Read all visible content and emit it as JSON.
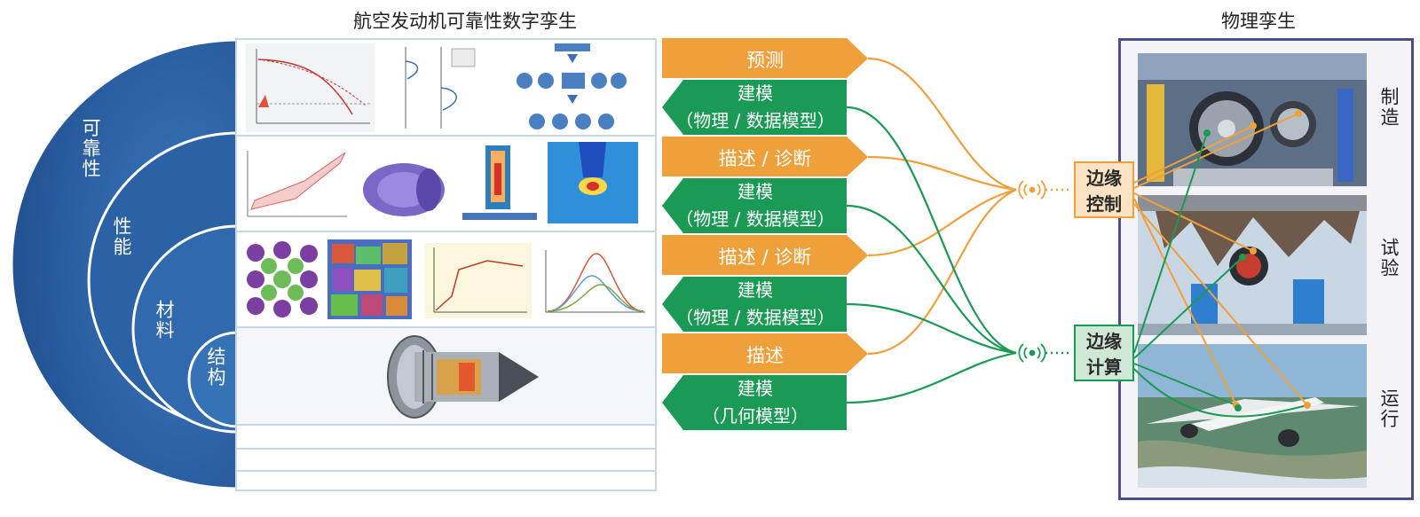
{
  "titles": {
    "digital_twin": "航空发动机可靠性数字孪生",
    "physical_twin": "物理孪生"
  },
  "levels": [
    "可靠性",
    "性能",
    "材料",
    "结构"
  ],
  "layers": [
    {
      "label": "预测",
      "kind": "orange"
    },
    {
      "label": "建模",
      "sub": "（物理 / 数据模型）",
      "kind": "green"
    },
    {
      "label": "描述 / 诊断",
      "kind": "orange"
    },
    {
      "label": "建模",
      "sub": "（物理 / 数据模型）",
      "kind": "green"
    },
    {
      "label": "描述 / 诊断",
      "kind": "orange"
    },
    {
      "label": "建模",
      "sub": "（物理 / 数据模型）",
      "kind": "green"
    },
    {
      "label": "描述",
      "kind": "orange"
    },
    {
      "label": "建模",
      "sub": "（几何模型）",
      "kind": "green"
    }
  ],
  "edge": {
    "control": "边缘控制",
    "compute": "边缘计算"
  },
  "physical": [
    "制造",
    "试验",
    "运行"
  ],
  "colors": {
    "orange": "#f0a03a",
    "green": "#1a9a55",
    "blue": "#2f64a8",
    "frame": "#4b4f86"
  }
}
